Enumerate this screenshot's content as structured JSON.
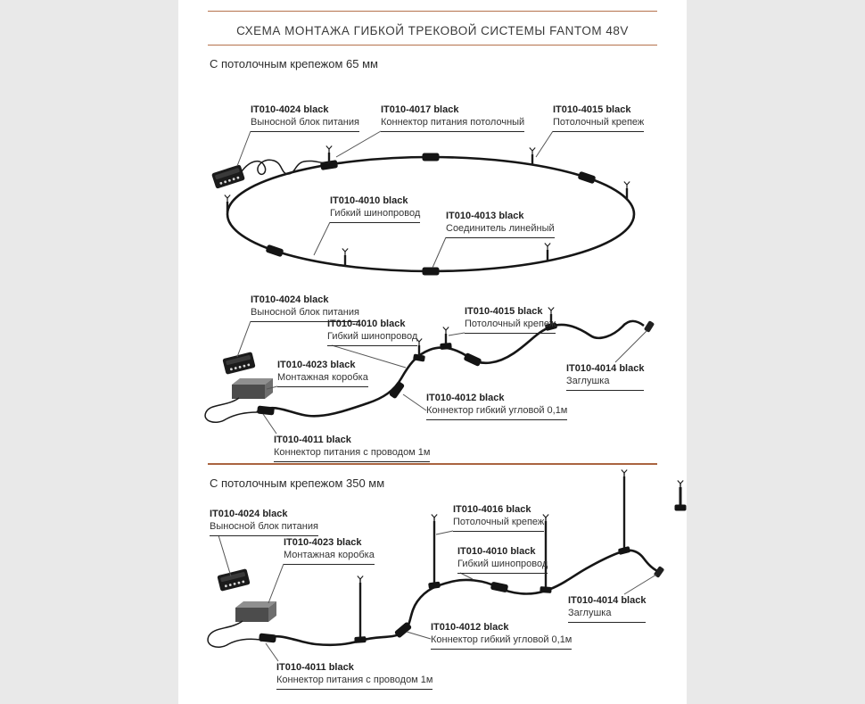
{
  "title": "СХЕМА МОНТАЖА ГИБКОЙ ТРЕКОВОЙ СИСТЕМЫ FANTOM 48V",
  "colors": {
    "accent": "#b5714c",
    "track": "#161616",
    "background": "#e9e9e9",
    "panel": "#ffffff"
  },
  "section1": {
    "heading": "С потолочным крепежом 65 мм"
  },
  "section2": {
    "heading": "С потолочным крепежом 350 мм"
  },
  "diagram1": {
    "labels": [
      {
        "code": "IT010-4024 black",
        "desc": "Выносной блок питания"
      },
      {
        "code": "IT010-4017 black",
        "desc": "Коннектор питания потолочный"
      },
      {
        "code": "IT010-4015 black",
        "desc": "Потолочный крепеж"
      },
      {
        "code": "IT010-4010 black",
        "desc": "Гибкий шинопровод"
      },
      {
        "code": "IT010-4013 black",
        "desc": "Соединитель линейный"
      }
    ]
  },
  "diagram2": {
    "labels": [
      {
        "code": "IT010-4024 black",
        "desc": "Выносной блок питания"
      },
      {
        "code": "IT010-4010 black",
        "desc": "Гибкий шинопровод"
      },
      {
        "code": "IT010-4015 black",
        "desc": "Потолочный крепеж"
      },
      {
        "code": "IT010-4023 black",
        "desc": "Монтажная коробка"
      },
      {
        "code": "IT010-4014 black",
        "desc": "Заглушка"
      },
      {
        "code": "IT010-4012 black",
        "desc": "Коннектор гибкий угловой 0,1м"
      },
      {
        "code": "IT010-4011 black",
        "desc": "Коннектор питания с проводом 1м"
      }
    ]
  },
  "diagram3": {
    "labels": [
      {
        "code": "IT010-4024 black",
        "desc": "Выносной блок питания"
      },
      {
        "code": "IT010-4023 black",
        "desc": "Монтажная коробка"
      },
      {
        "code": "IT010-4016 black",
        "desc": "Потолочный крепеж"
      },
      {
        "code": "IT010-4010 black",
        "desc": "Гибкий шинопровод"
      },
      {
        "code": "IT010-4014 black",
        "desc": "Заглушка"
      },
      {
        "code": "IT010-4012 black",
        "desc": "Коннектор гибкий угловой 0,1м"
      },
      {
        "code": "IT010-4011 black",
        "desc": "Коннектор питания с проводом 1м"
      }
    ]
  }
}
